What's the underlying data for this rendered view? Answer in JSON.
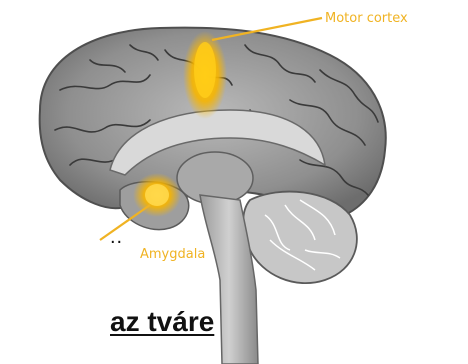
{
  "labels": {
    "motor_cortex": "Motor cortex",
    "amygdala": "Amygdala"
  },
  "caption": {
    "text": "az tváre",
    "ellipsis": ".."
  },
  "colors": {
    "highlight": "#f7b500",
    "label": "#f0b323",
    "tissue": "#9a9a9a",
    "tissue_dark": "#5a5a5a",
    "caption": "#111111"
  }
}
